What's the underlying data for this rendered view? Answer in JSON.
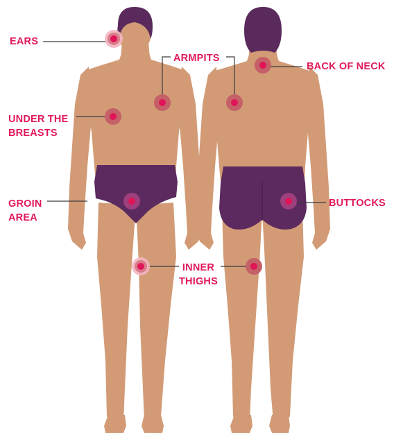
{
  "colors": {
    "skin": "#d29b76",
    "skin_shadow": "#bd8462",
    "garment": "#5c2a5e",
    "hair": "#5a2a5c",
    "label": "#e0195a",
    "marker_core": "#e01558",
    "marker_halo_light": "#f3b6c2",
    "marker_halo_dark": "#c56068",
    "leader_line": "#3a3a3a"
  },
  "figures": {
    "front": "front-view",
    "back": "back-view"
  },
  "labels": {
    "ears": "EARS",
    "armpits": "ARMPITS",
    "back_of_neck": "BACK OF NECK",
    "under_breasts_line1": "UNDER THE",
    "under_breasts_line2": "BREASTS",
    "groin_line1": "GROIN",
    "groin_line2": "AREA",
    "buttocks": "BUTTOCKS",
    "inner_thighs_line1": "INNER",
    "inner_thighs_line2": "THIGHS"
  }
}
